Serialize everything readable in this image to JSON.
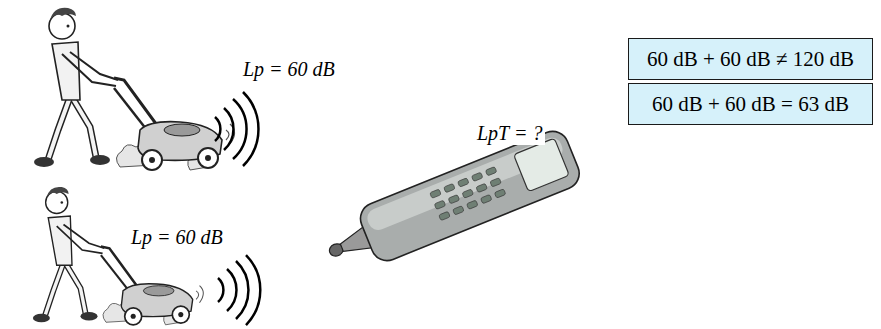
{
  "diagram": {
    "nodes": [
      {
        "text": [
          "60 dB + 60 dB ≠ 120 dB"
        ]
      },
      {
        "text": [
          "60 dB + 60 dB = 63 dB"
        ]
      }
    ],
    "labels": [
      "Lp = 60 dB",
      "Lp = 60 dB",
      "LpT = ?"
    ]
  }
}
